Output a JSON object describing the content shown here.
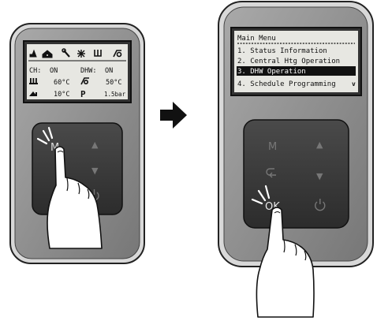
{
  "left_device": {
    "status_icons": [
      "boiler-icon",
      "home-icon",
      "wrench-icon",
      "snowflake-icon",
      "hotwater-icon",
      "tap-icon"
    ],
    "rows": [
      {
        "a_label": "CH:",
        "a_value": "ON",
        "b_label": "DHW:",
        "b_value": "ON"
      },
      {
        "a_icon": "radiator-icon",
        "a_value": "60°C",
        "b_icon": "tap-icon",
        "b_value": "50°C"
      },
      {
        "a_icon": "outdoor-icon",
        "a_value": "10°C",
        "b_icon": "pressure-icon",
        "b_glyph": "P",
        "b_value": "1.5bar"
      }
    ],
    "buttons": {
      "menu": "M",
      "up": "▲",
      "down": "▼",
      "power": "⏻"
    }
  },
  "right_device": {
    "menu_title": "Main Menu",
    "menu_items": [
      "1. Status Information",
      "2. Central Htg Operation",
      "3. DHW Operation",
      "4. Schedule Programming"
    ],
    "selected_index": 2,
    "scroll_indicator": "v",
    "buttons": {
      "menu": "M",
      "up": "▲",
      "back": "↩",
      "down": "▼",
      "ok": "OK",
      "power": "⏻"
    }
  },
  "arrow": "right-arrow",
  "colors": {
    "device_body": "#8e8e8e",
    "device_frame": "#b9b9b9",
    "screen": "#e7e7e2",
    "keypad": "#3b3b3b",
    "key_glyph": "#6c6c6c",
    "highlight_bg": "#111111"
  }
}
